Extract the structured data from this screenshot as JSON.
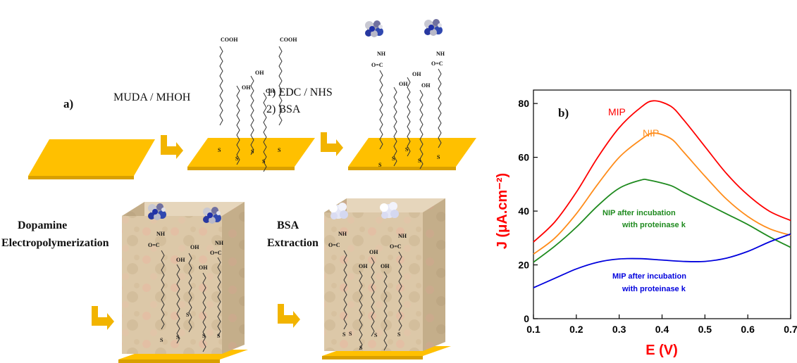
{
  "panel_a": {
    "panel_label": "a)",
    "step1_label": "MUDA / MHOH",
    "step2_line1": "1) EDC / NHS",
    "step2_line2": "2) BSA",
    "step3_line1": "Dopamine",
    "step3_line2": "Electropolymerization",
    "step4_line1": "BSA",
    "step4_line2": "Extraction",
    "chem_cooh": "COOH",
    "chem_oh": "OH",
    "chem_s": "S",
    "chem_nh": "NH",
    "chem_oc": "O=C"
  },
  "panel_b": {
    "panel_label": "b)",
    "label_mip": "MIP",
    "label_nip": "NIP",
    "label_nip_inc_1": "NIP after incubation",
    "label_nip_inc_2": "with proteinase k",
    "label_mip_inc_1": "MIP after incubation",
    "label_mip_inc_2": "with proteinase k"
  },
  "colors": {
    "gold": "#ffc000",
    "gold_dark": "#d9a000",
    "arrow": "#f2b400",
    "polymer": "#d9c4a4",
    "mip": "#ff0000",
    "nip": "#ff8c1a",
    "nip_inc": "#1e8a1e",
    "mip_inc": "#0000dd"
  },
  "chart_data": {
    "type": "line",
    "xlabel": "E (V)",
    "ylabel": "J (μA.cm⁻²)",
    "xlim": [
      0.1,
      0.7
    ],
    "ylim": [
      0,
      85
    ],
    "xticks": [
      0.1,
      0.2,
      0.3,
      0.4,
      0.5,
      0.6,
      0.7
    ],
    "yticks": [
      0,
      20,
      40,
      60,
      80
    ],
    "series": [
      {
        "name": "MIP",
        "color": "#ff0000",
        "x": [
          0.1,
          0.15,
          0.2,
          0.25,
          0.3,
          0.35,
          0.38,
          0.42,
          0.45,
          0.5,
          0.55,
          0.6,
          0.65,
          0.7
        ],
        "y": [
          28.5,
          36,
          47,
          60,
          71,
          78.5,
          81,
          79,
          74,
          64,
          54,
          46,
          40,
          36.5
        ]
      },
      {
        "name": "NIP",
        "color": "#ff8c1a",
        "x": [
          0.1,
          0.15,
          0.2,
          0.25,
          0.3,
          0.35,
          0.38,
          0.42,
          0.45,
          0.5,
          0.55,
          0.6,
          0.65,
          0.7
        ],
        "y": [
          24,
          30,
          39,
          50,
          60,
          66.5,
          69,
          67,
          62,
          53,
          44.5,
          38,
          33.5,
          31
        ]
      },
      {
        "name": "NIP after incubation with proteinase k",
        "color": "#1e8a1e",
        "x": [
          0.1,
          0.15,
          0.2,
          0.25,
          0.3,
          0.35,
          0.37,
          0.42,
          0.45,
          0.5,
          0.55,
          0.6,
          0.65,
          0.7
        ],
        "y": [
          21,
          27,
          34,
          42,
          48.5,
          51.5,
          51.5,
          49.5,
          47,
          43,
          39,
          35,
          30.5,
          26.5
        ]
      },
      {
        "name": "MIP after incubation with proteinase k",
        "color": "#0000dd",
        "x": [
          0.1,
          0.15,
          0.2,
          0.25,
          0.3,
          0.35,
          0.4,
          0.45,
          0.5,
          0.55,
          0.6,
          0.65,
          0.7
        ],
        "y": [
          11.5,
          15,
          18.5,
          21,
          22.2,
          22.3,
          21.8,
          21.3,
          21.3,
          22.5,
          25,
          28.5,
          31.5
        ]
      }
    ]
  }
}
